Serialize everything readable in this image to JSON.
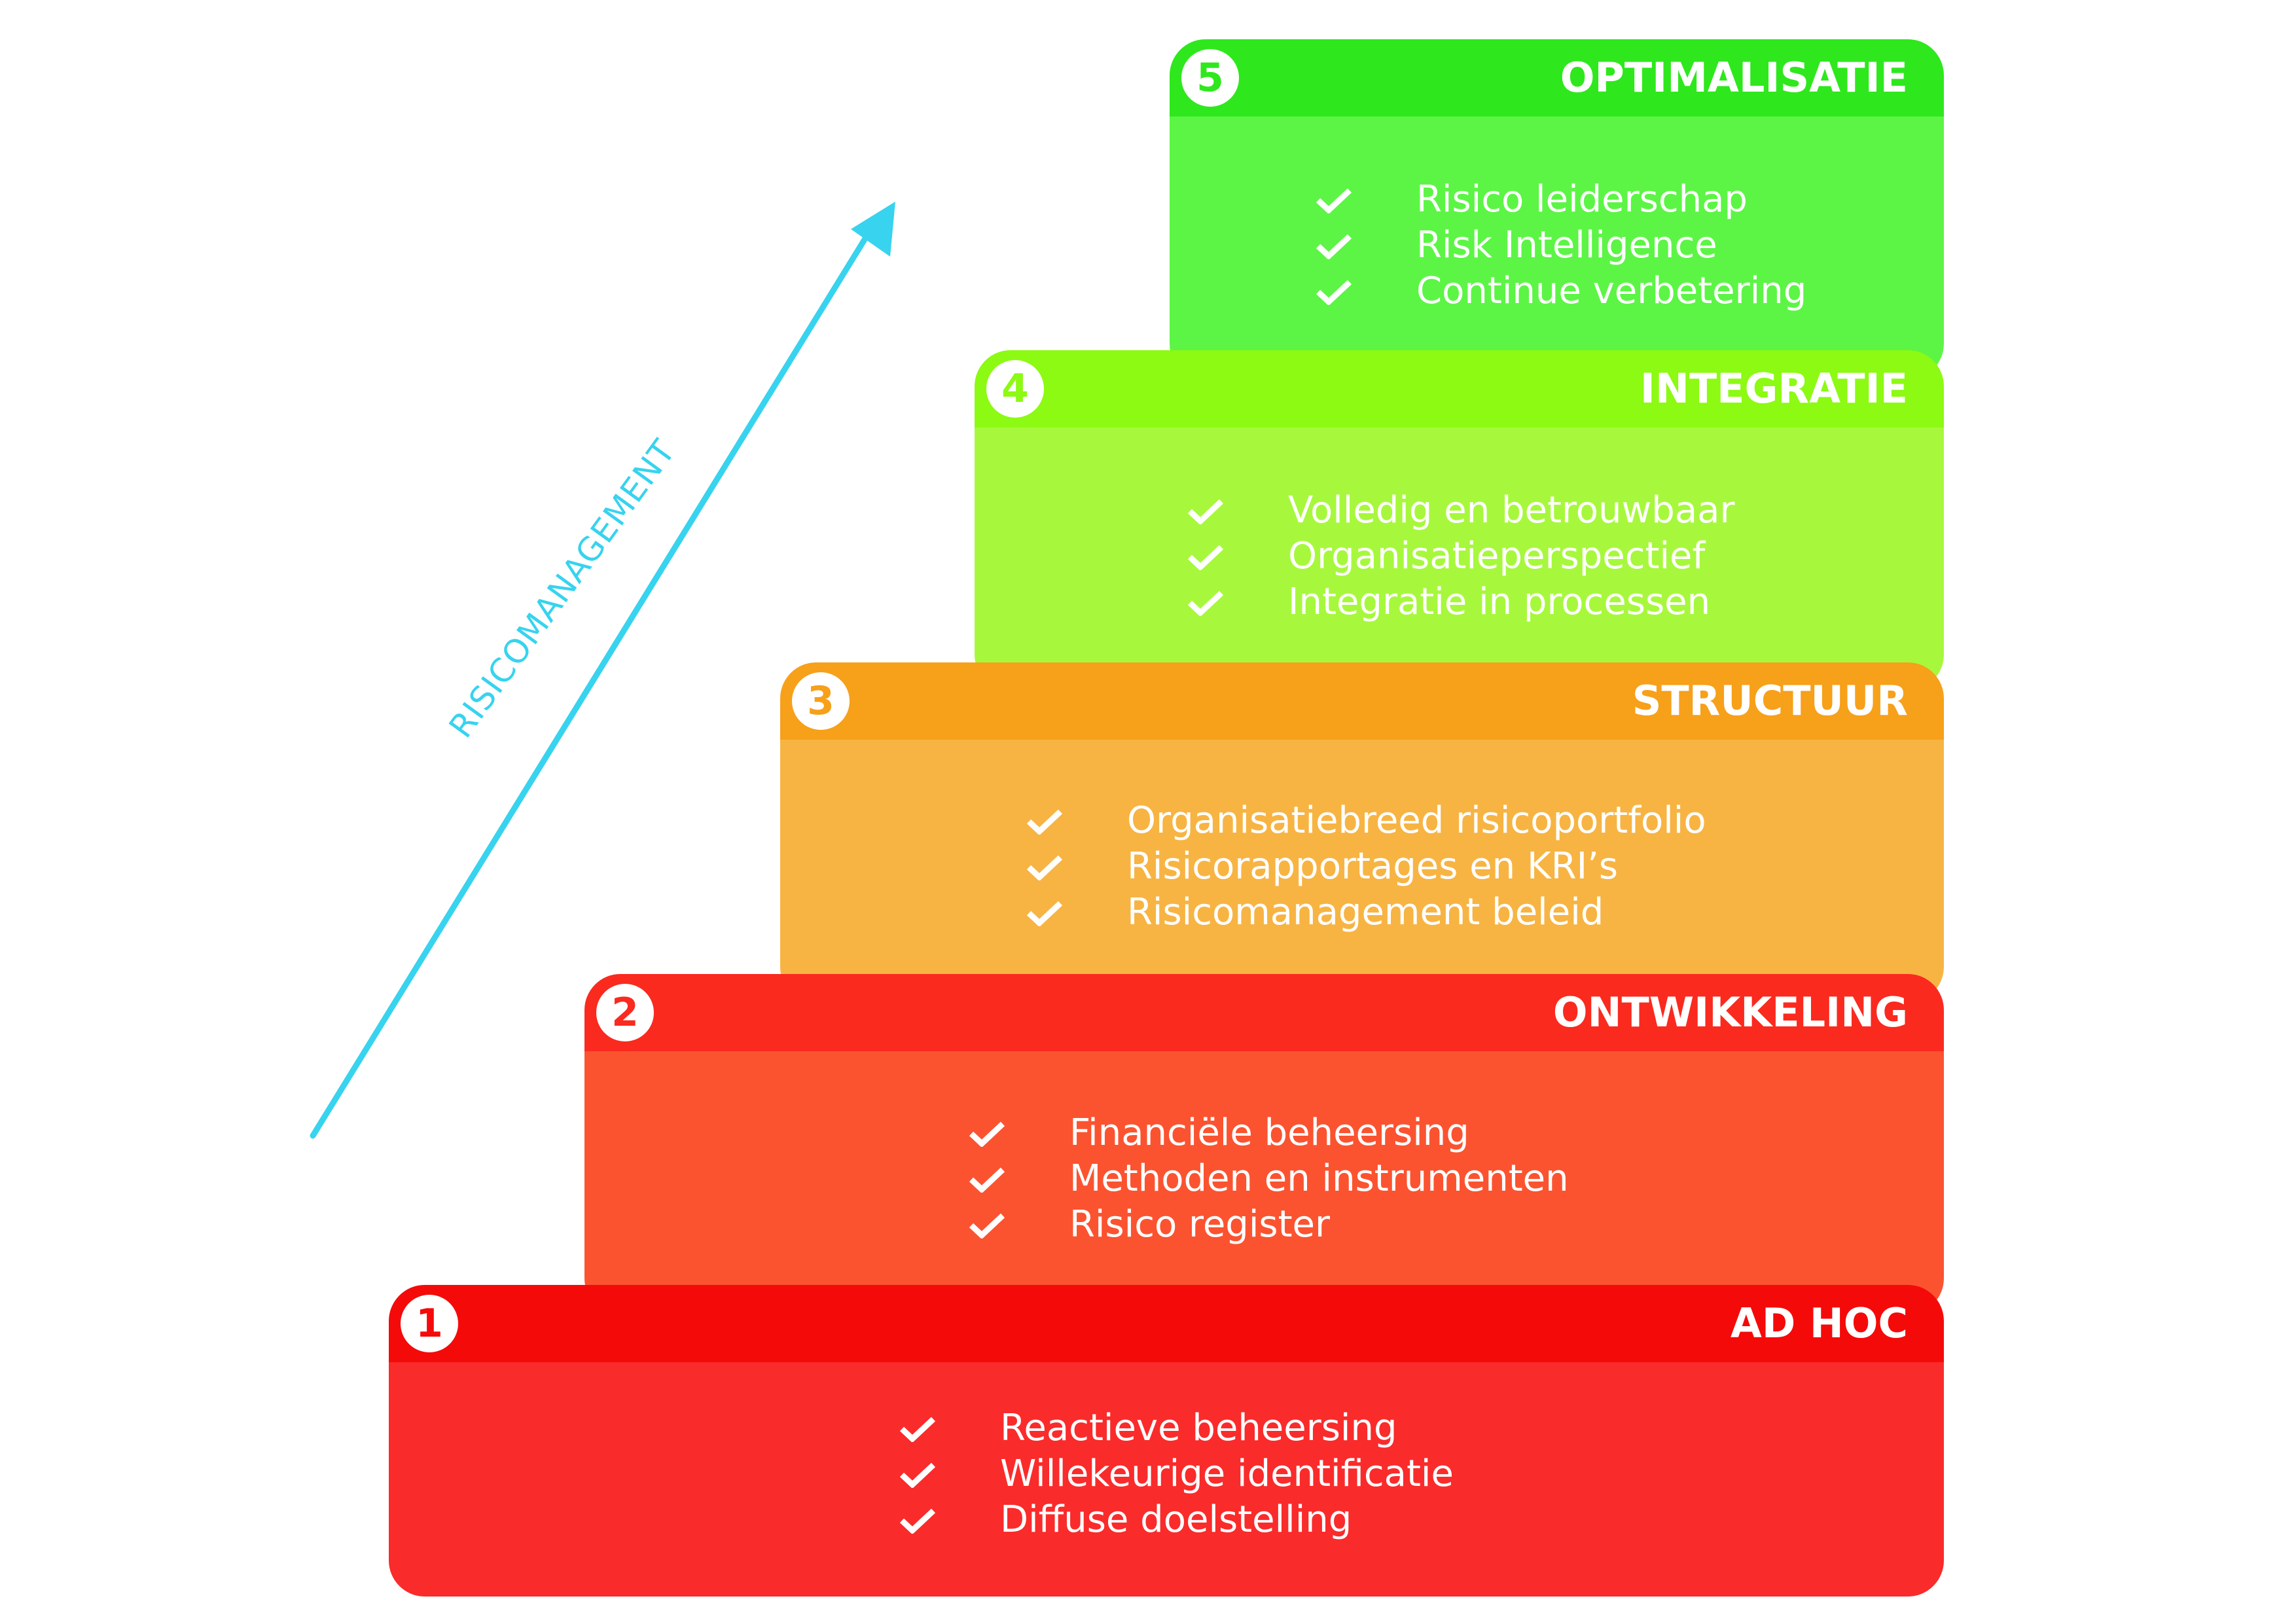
{
  "axis_label": "RISICOMANAGEMENT",
  "colors": {
    "arrow": "#37d3ef",
    "step1_header": "#f50a0a",
    "step1_body": "#fa2b2b",
    "step2_header": "#fa2a1f",
    "step2_body": "#fb5330",
    "step3_header": "#f7a01a",
    "step3_body": "#f7b443",
    "step4_header": "#8cfa12",
    "step4_body": "#a7f83c",
    "step5_header": "#2ee81d",
    "step5_body": "#5cf545"
  },
  "steps": [
    {
      "number": "1",
      "title": "AD HOC",
      "items": [
        "Reactieve beheersing",
        "Willekeurige identificatie",
        "Diffuse doelstelling"
      ]
    },
    {
      "number": "2",
      "title": "ONTWIKKELING",
      "items": [
        "Financiële beheersing",
        "Methoden en instrumenten",
        "Risico register"
      ]
    },
    {
      "number": "3",
      "title": "STRUCTUUR",
      "items": [
        "Organisatiebreed risicoportfolio",
        "Risicorapportages en KRI’s",
        "Risicomanagement beleid"
      ]
    },
    {
      "number": "4",
      "title": "INTEGRATIE",
      "items": [
        "Volledig en betrouwbaar",
        "Organisatieperspectief",
        "Integratie in processen"
      ]
    },
    {
      "number": "5",
      "title": "OPTIMALISATIE",
      "items": [
        "Risico leiderschap",
        "Risk Intelligence",
        "Continue verbetering"
      ]
    }
  ]
}
